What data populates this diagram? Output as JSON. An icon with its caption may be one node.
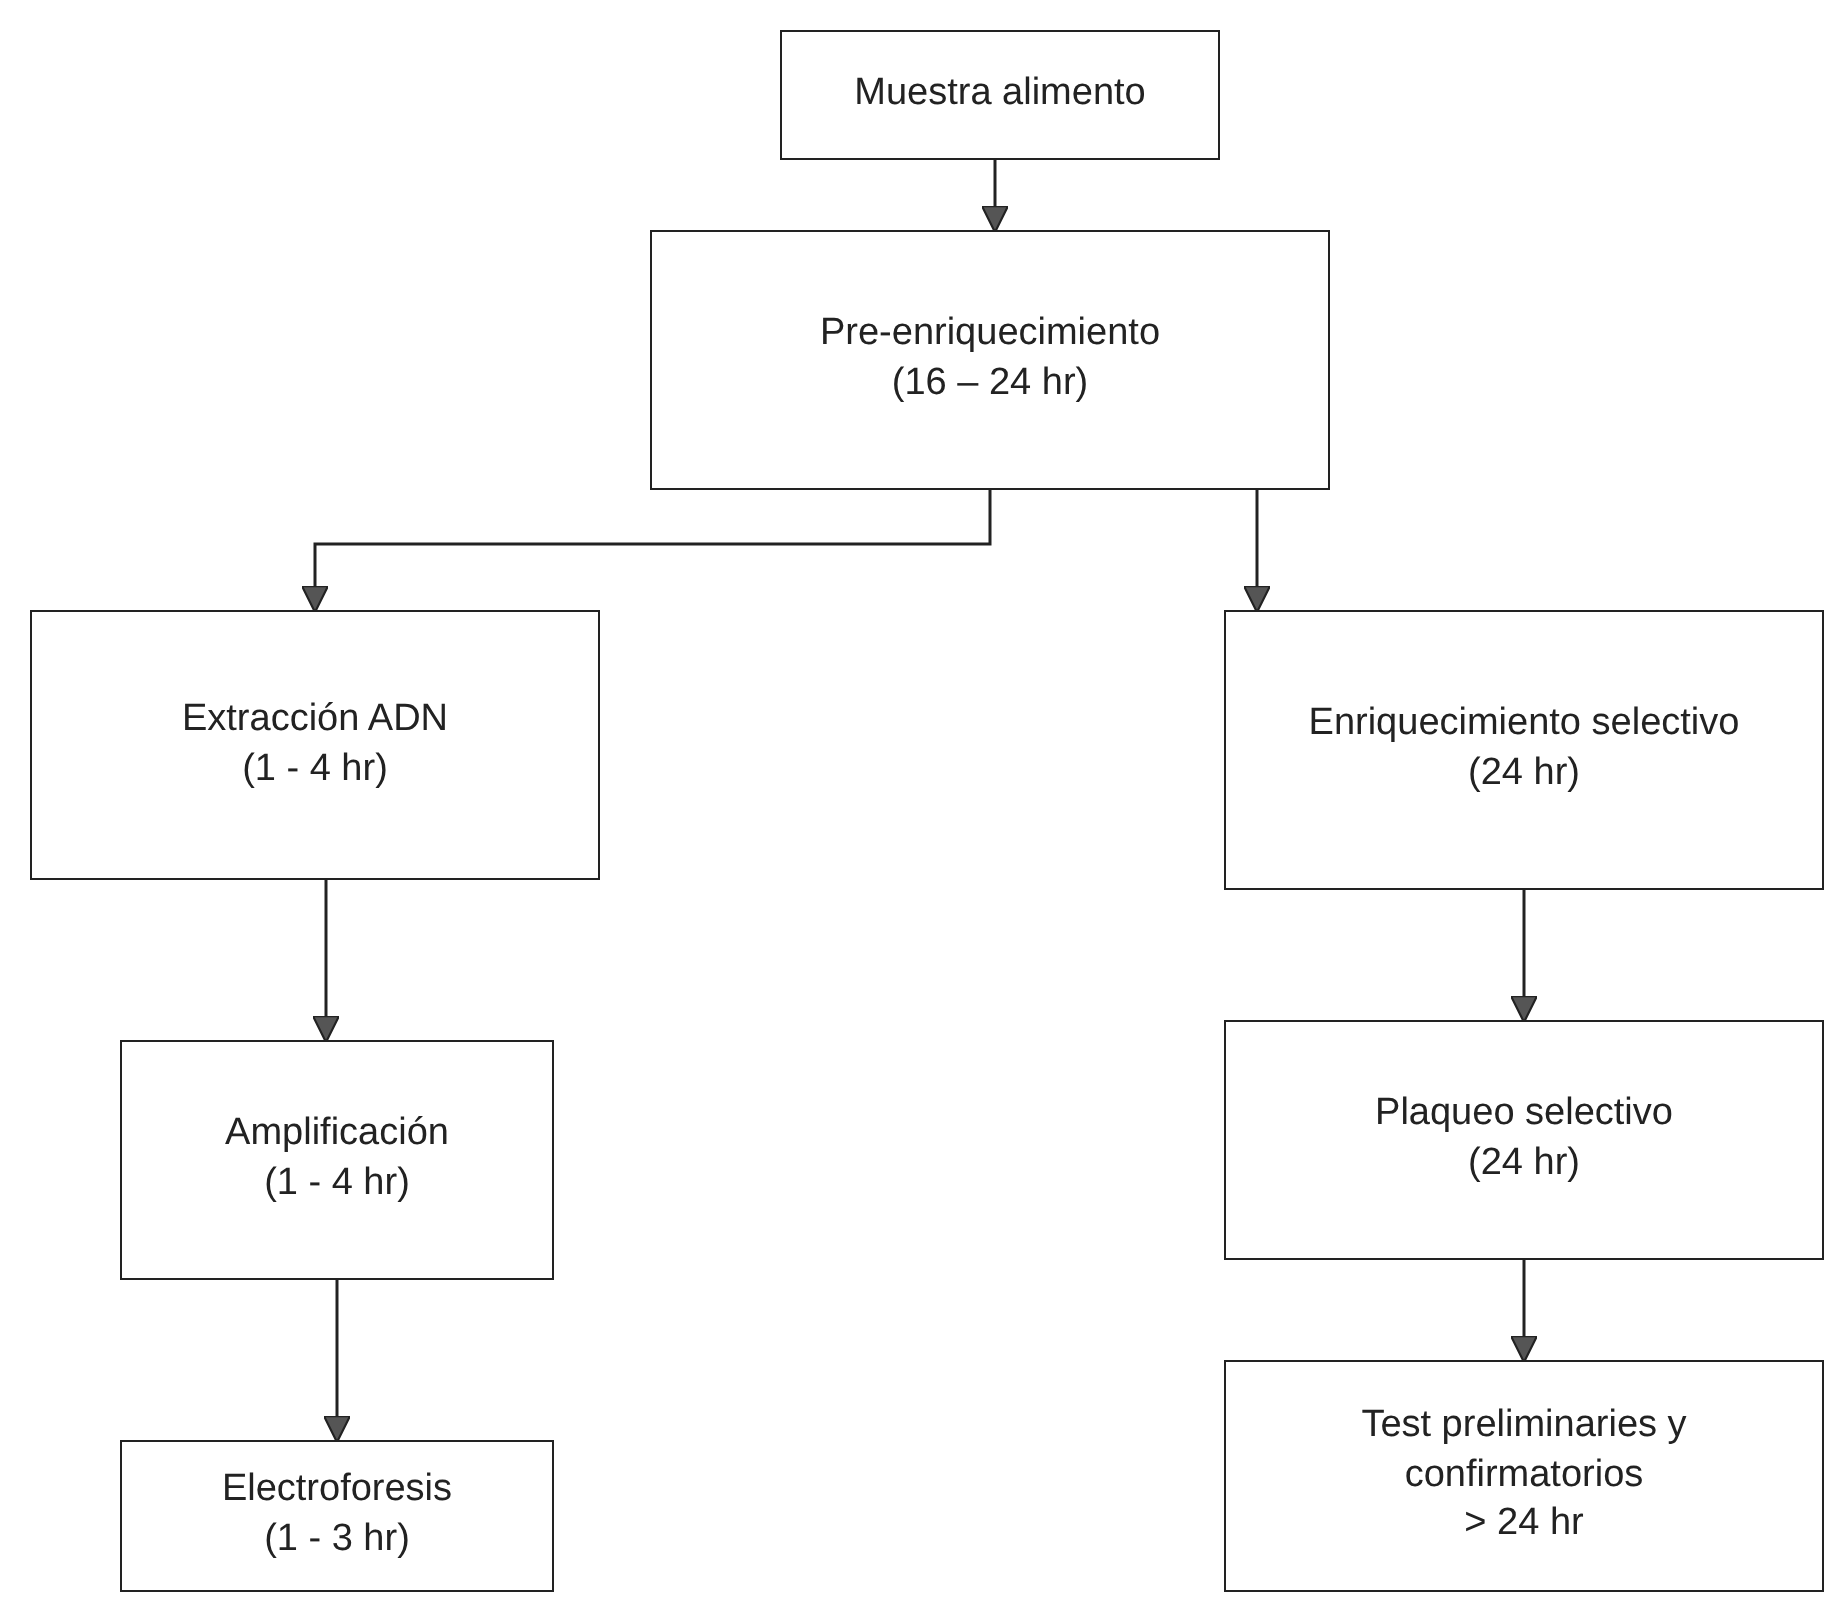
{
  "diagram": {
    "nodes": [
      {
        "text": [
          "Muestra alimento"
        ]
      },
      {
        "text": [
          "Pre-enriquecimiento",
          "(16 – 24 hr)"
        ]
      },
      {
        "text": [
          "Extracción ADN",
          "(1 - 4 hr)"
        ]
      },
      {
        "text": [
          "Amplificación",
          "(1 - 4 hr)"
        ]
      },
      {
        "text": [
          "Electroforesis",
          "(1 - 3 hr)"
        ]
      },
      {
        "text": [
          "Enriquecimiento selectivo",
          "(24 hr)"
        ]
      },
      {
        "text": [
          "Plaqueo selectivo",
          "(24  hr)"
        ]
      },
      {
        "text": [
          "Test preliminaries y confirmatorios",
          "> 24 hr"
        ]
      }
    ],
    "edges": [
      {
        "from": 0,
        "to": 1,
        "arrow": "to"
      },
      {
        "from": 1,
        "to": 2,
        "arrow": "to"
      },
      {
        "from": 1,
        "to": 5,
        "arrow": "to"
      },
      {
        "from": 2,
        "to": 3,
        "arrow": "to"
      },
      {
        "from": 3,
        "to": 4,
        "arrow": "to"
      },
      {
        "from": 5,
        "to": 6,
        "arrow": "to"
      },
      {
        "from": 6,
        "to": 7,
        "arrow": "to"
      }
    ]
  }
}
